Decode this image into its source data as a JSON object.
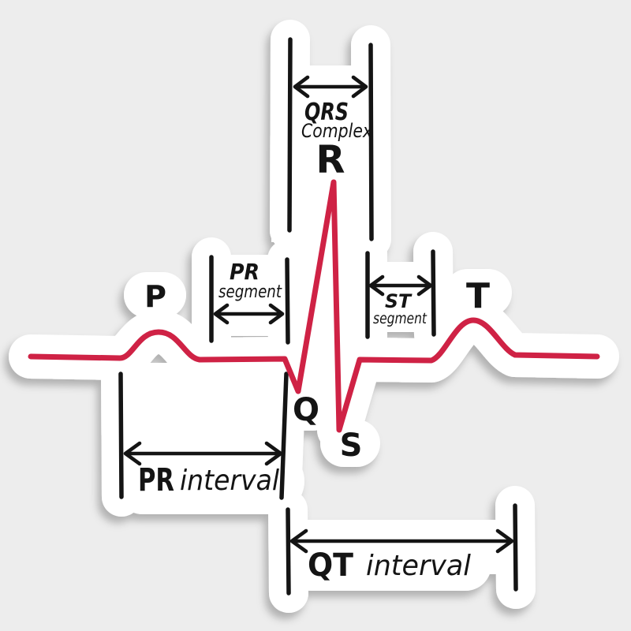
{
  "title": "ECG waveform anatomy sticker diagram",
  "colors": {
    "background": "#ededed",
    "sticker": "#ffffff",
    "trace": "#cf2245",
    "ink": "#141414"
  },
  "labels": {
    "qrs_complex_line1": "QRS",
    "qrs_complex_line2": "Complex",
    "r_wave": "R",
    "p_wave": "P",
    "t_wave": "T",
    "q_wave": "Q",
    "s_wave": "S",
    "pr_segment_line1": "PR",
    "pr_segment_line2": "segment",
    "st_segment_line1": "ST",
    "st_segment_line2": "segment",
    "pr_interval_abbr": "PR",
    "pr_interval_word": "interval",
    "qt_interval_abbr": "QT",
    "qt_interval_word": "interval"
  }
}
